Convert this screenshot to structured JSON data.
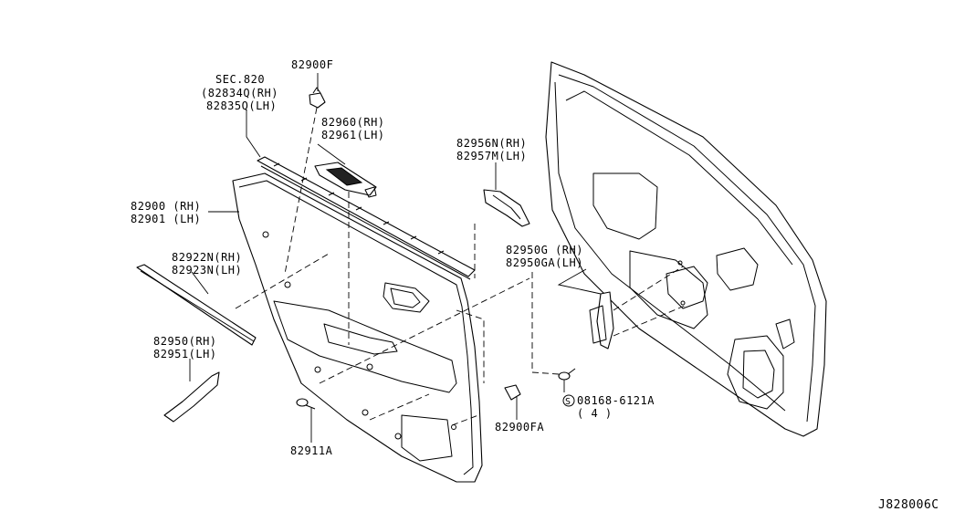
{
  "labels": {
    "sec820": "SEC.820",
    "p82834q": "(82834Q(RH)",
    "p82835q": "82835Q(LH)",
    "p82900f": "82900F",
    "p82960": "82960(RH)",
    "p82961": "82961(LH)",
    "p82956n": "82956N(RH)",
    "p82957m": "82957M(LH)",
    "p82900": "82900 (RH)",
    "p82901": "82901 (LH)",
    "p82922n": "82922N(RH)",
    "p82923n": "82923N(LH)",
    "p82950g": "82950G (RH)",
    "p82950ga": "82950GA(LH)",
    "p82950": "82950(RH)",
    "p82951": "82951(LH)",
    "p82911a": "82911A",
    "p82900fa": "82900FA",
    "s_circle": "S",
    "p08168": "08168-6121A",
    "qty4": "( 4 )"
  },
  "diagram_code": "J828006C"
}
